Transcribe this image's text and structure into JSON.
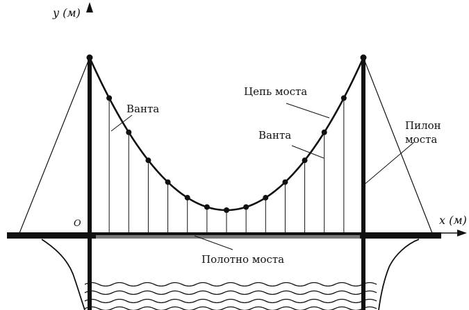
{
  "axes": {
    "y_label": "y (м)",
    "x_label": "x (м)",
    "origin_label": "O"
  },
  "labels": {
    "stay_left": "Ванта",
    "chain": "Цепь моста",
    "stay_right": "Ванта",
    "pylon_line1": "Пилон",
    "pylon_line2": "моста",
    "deck": "Полотно моста"
  },
  "colors": {
    "ink": "#111111",
    "deck_gray": "#777777",
    "background": "#ffffff"
  }
}
